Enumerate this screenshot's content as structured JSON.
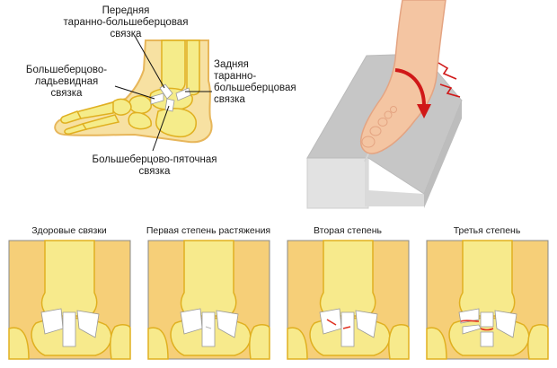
{
  "labels": {
    "anterior": [
      "Передняя",
      "таранно-большеберцовая",
      "связка"
    ],
    "tibionavicular": [
      "Большеберцово-",
      "ладьевидная",
      "связка"
    ],
    "posterior": [
      "Задняя",
      "таранно-",
      "большеберцовая",
      "связка"
    ],
    "calcaneal": [
      "Большеберцово-пяточная",
      "связка"
    ]
  },
  "stages": [
    {
      "caption": "Здоровые связки"
    },
    {
      "caption": "Первая степень растяжения"
    },
    {
      "caption": "Вторая степень"
    },
    {
      "caption": "Третья степень"
    }
  ],
  "colors": {
    "skin": "#f4c6a2",
    "skin_line": "#e0a080",
    "bone": "#f7ea8c",
    "bone_line": "#e0b020",
    "bg_panel": "#f6cf78",
    "ligament": "#ffffff",
    "tear": "#e03020",
    "arrow": "#d01818",
    "block_top": "#c8c8c8",
    "block_side": "#e3e3e3"
  }
}
